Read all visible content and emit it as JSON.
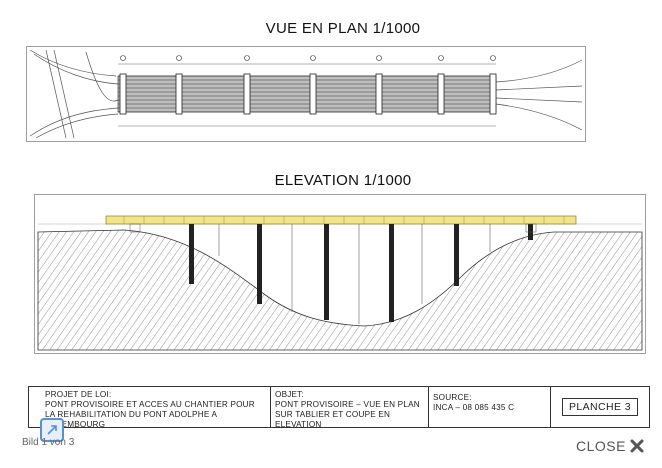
{
  "drawing": {
    "plan_title": "VUE EN PLAN 1/1000",
    "elevation_title": "ELEVATION 1/1000"
  },
  "title_block": {
    "projet_label": "PROJET DE LOI:",
    "projet_text": "PONT PROVISOIRE ET ACCES AU CHANTIER POUR LA REHABILITATION DU PONT ADOLPHE A LUXEMBOURG",
    "objet_label": "OBJET:",
    "objet_text": "PONT PROVISOIRE – VUE EN PLAN SUR TABLIER ET COUPE EN ELEVATION",
    "source_label": "SOURCE:",
    "source_text": "INCA – 08 085 435 C",
    "planche": "PLANCHE 3"
  },
  "viewer": {
    "counter": "Bild 1 von 3",
    "close_label": "CLOSE",
    "expand_icon": "expand-arrow-icon",
    "close_icon": "close-x-icon"
  },
  "colors": {
    "deck_yellow": "#f1e58a",
    "badge_blue": "#5a8fd6"
  }
}
